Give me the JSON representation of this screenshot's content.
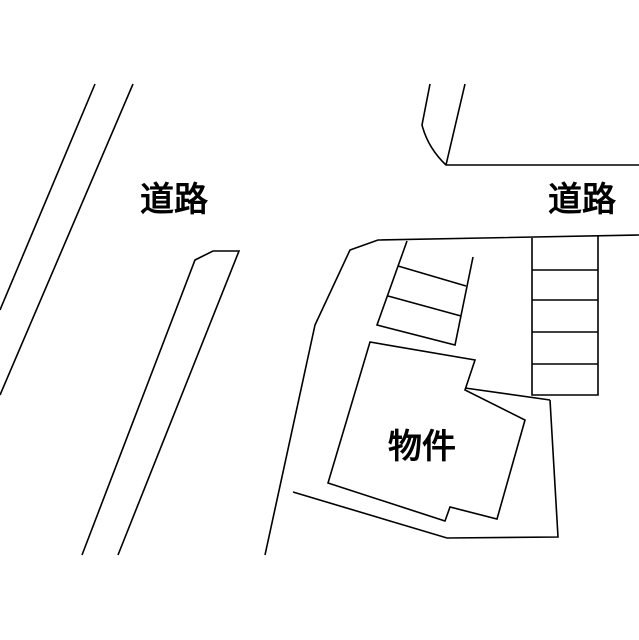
{
  "map": {
    "labels": {
      "road_left": "道路",
      "road_right": "道路",
      "property": "物件"
    },
    "colors": {
      "background": "#ffffff",
      "line": "#000000"
    }
  }
}
